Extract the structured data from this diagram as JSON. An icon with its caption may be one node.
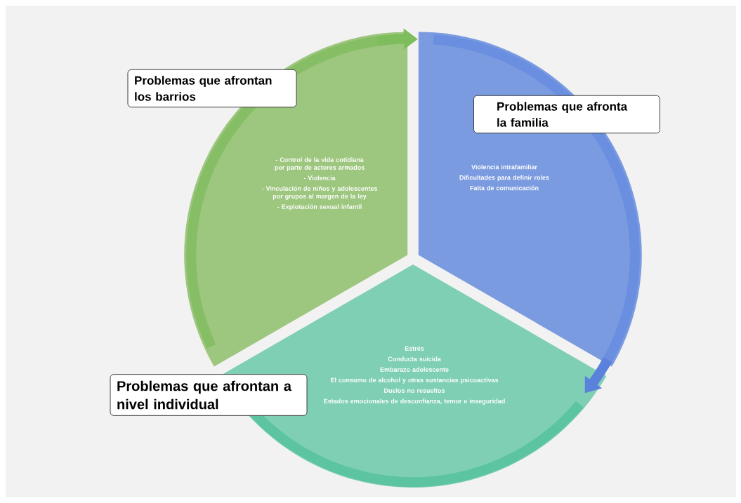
{
  "diagram": {
    "nodes": [
      {
        "text": [
          "- Control de la vida cotidiana  por parte de actores armados",
          "- Violencia",
          "- Vinculación  de niños y adolescentes por grupos al margen de la ley",
          "- Explotación sexual infantil"
        ]
      },
      {
        "text": [
          "Violencia intrafamiliar",
          "Dificultades para definir roles",
          "Falta de comunicación"
        ]
      },
      {
        "text": [
          "Estrés",
          "Conducta suicida",
          "Embarazo adolescente",
          "El consumo de alcohol y otras sustancias psicoactivas",
          "Duelos no resueltos",
          "Estados emocionales de desconfianza, temor e inseguridad"
        ]
      },
      {
        "text": [
          "Problemas que afrontan los barrios"
        ]
      },
      {
        "text": [
          "Problemas que afronta la familia"
        ]
      },
      {
        "text": [
          "Problemas que afrontan a nivel individual"
        ]
      }
    ],
    "edges": [
      {
        "from": 0,
        "to": 1,
        "arrow": "to",
        "color": "#7dbd5c"
      },
      {
        "from": 1,
        "to": 2,
        "arrow": "to",
        "color": "#5a82dc"
      }
    ]
  }
}
